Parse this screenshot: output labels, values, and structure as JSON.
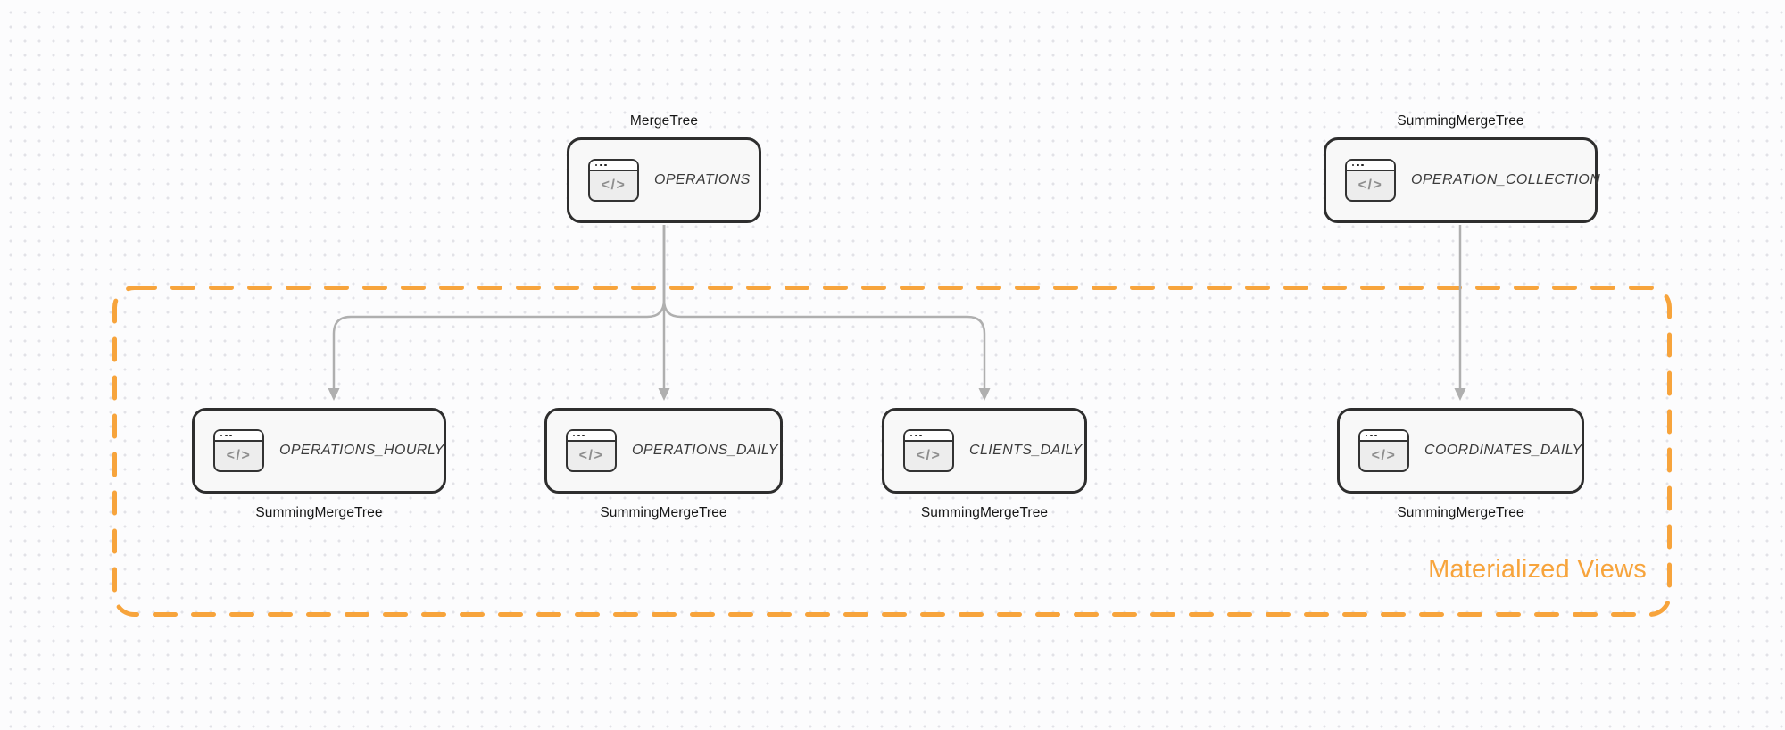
{
  "diagram": {
    "type": "database-schema-flow",
    "group": {
      "label": "Materialized Views",
      "style": "dashed-rounded-rectangle"
    },
    "icon": {
      "name": "code-window-icon",
      "glyph": "</>"
    },
    "colors": {
      "accent_orange": "#F7A43C",
      "arrow_gray": "#AFAFAF",
      "node_border": "#2E2E2E",
      "node_fill": "#F8F8F8",
      "canvas_dots": "#E2E2E7",
      "canvas_bg": "#FCFCFD"
    },
    "nodes": [
      {
        "id": "operations",
        "title": "OPERATIONS",
        "engine": "MergeTree",
        "engine_position": "above",
        "in_group": false
      },
      {
        "id": "operation_collection",
        "title": "OPERATION_COLLECTION",
        "engine": "SummingMergeTree",
        "engine_position": "above",
        "in_group": false
      },
      {
        "id": "operations_hourly",
        "title": "OPERATIONS_HOURLY",
        "engine": "SummingMergeTree",
        "engine_position": "below",
        "in_group": true
      },
      {
        "id": "operations_daily",
        "title": "OPERATIONS_DAILY",
        "engine": "SummingMergeTree",
        "engine_position": "below",
        "in_group": true
      },
      {
        "id": "clients_daily",
        "title": "CLIENTS_DAILY",
        "engine": "SummingMergeTree",
        "engine_position": "below",
        "in_group": true
      },
      {
        "id": "coordinates_daily",
        "title": "COORDINATES_DAILY",
        "engine": "SummingMergeTree",
        "engine_position": "below",
        "in_group": true
      }
    ],
    "edges": [
      {
        "from": "operations",
        "to": "operations_hourly"
      },
      {
        "from": "operations",
        "to": "operations_daily"
      },
      {
        "from": "operations",
        "to": "clients_daily"
      },
      {
        "from": "operation_collection",
        "to": "coordinates_daily"
      }
    ]
  }
}
